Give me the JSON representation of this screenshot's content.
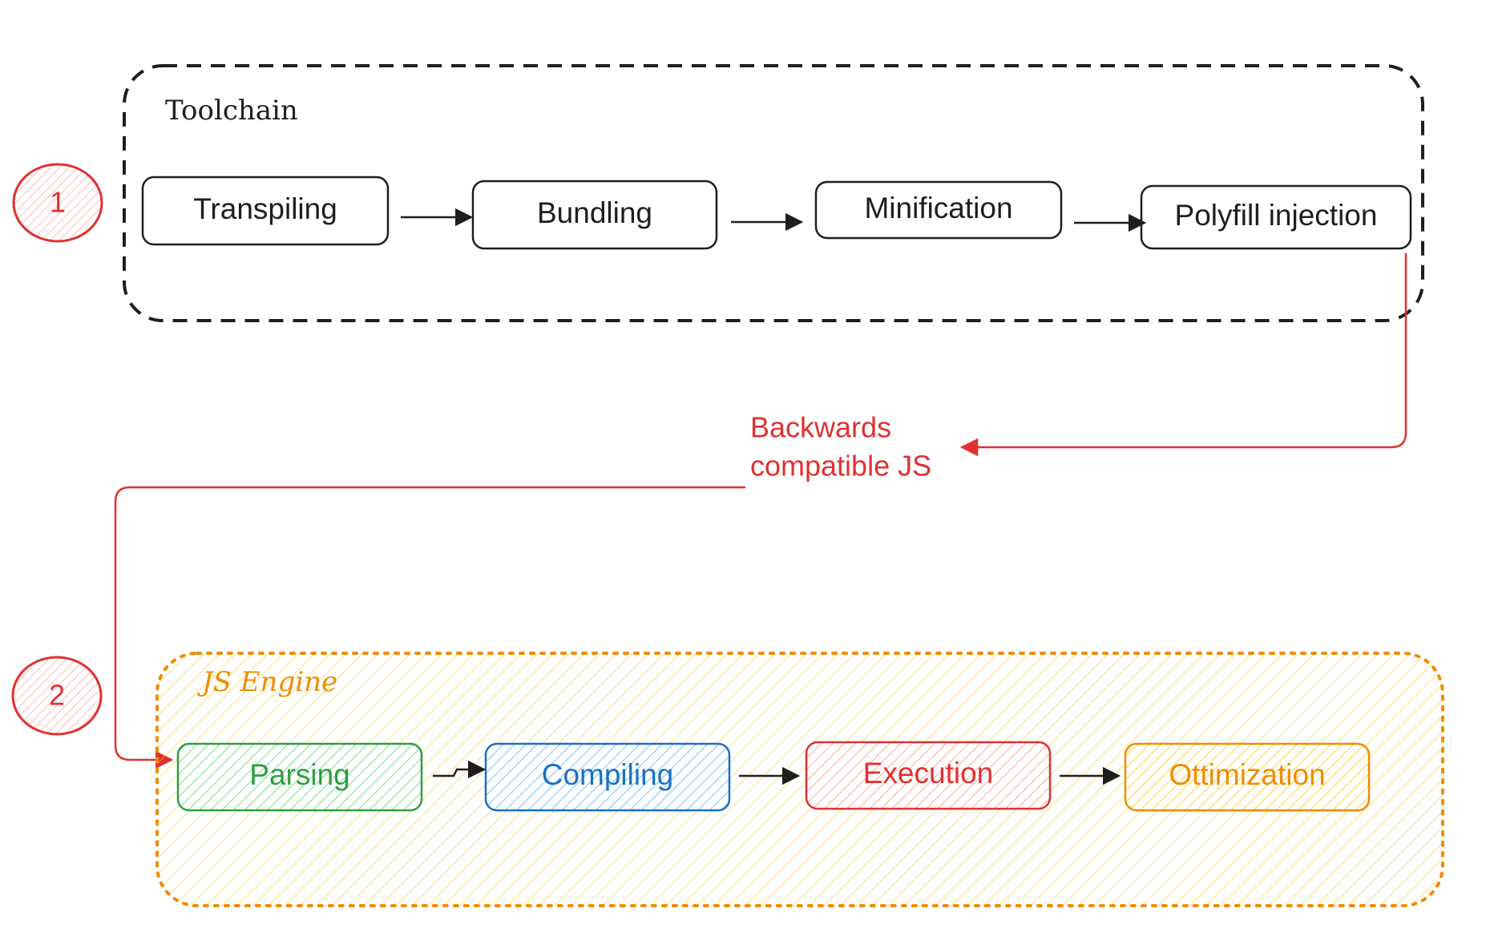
{
  "toolchain": {
    "title": "Toolchain",
    "steps": [
      "Transpiling",
      "Bundling",
      "Minification",
      "Polyfill injection"
    ]
  },
  "connector": {
    "label_line1": "Backwards",
    "label_line2": "compatible JS"
  },
  "engine": {
    "title": "JS Engine",
    "steps": [
      "Parsing",
      "Compiling",
      "Execution",
      "Ottimization"
    ]
  },
  "badges": [
    "1",
    "2"
  ],
  "colors": {
    "toolchain_border": "#1e1e1e",
    "connector": "#e03131",
    "badge": "#e03131",
    "engine_border": "#f08c00",
    "engine_fill": "#ffec99",
    "engine_title": "#f08c00",
    "parsing": "#2f9e44",
    "compiling": "#1971c2",
    "execution": "#e03131",
    "ottimization": "#f08c00"
  }
}
